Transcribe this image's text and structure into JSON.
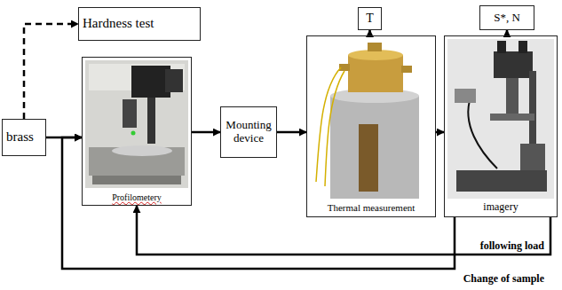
{
  "diagram": {
    "nodes": [
      {
        "text": [
          "Hardness test"
        ]
      },
      {
        "text": [
          "brass"
        ]
      },
      {
        "text": [
          "Profilometery"
        ]
      },
      {
        "text": [
          "Mounting device"
        ]
      },
      {
        "text": [
          "Thermal measurement"
        ]
      },
      {
        "text": [
          "T"
        ]
      },
      {
        "text": [
          "imagery"
        ]
      },
      {
        "text": [
          "S*, N"
        ]
      }
    ],
    "edges": [
      {
        "from": 1,
        "to": 0,
        "arrow": "to"
      },
      {
        "from": 1,
        "to": 2,
        "arrow": "to"
      },
      {
        "from": 2,
        "to": 3,
        "arrow": "to"
      },
      {
        "from": 3,
        "to": 4,
        "arrow": "to"
      },
      {
        "from": 4,
        "to": 5,
        "arrow": "to"
      },
      {
        "from": 4,
        "to": 6,
        "arrow": "to"
      },
      {
        "from": 6,
        "to": 7,
        "arrow": "to"
      },
      {
        "from": 6,
        "to": 2,
        "label": "following load",
        "arrow": "to"
      },
      {
        "from": 6,
        "to": 2,
        "label": "Change of sample",
        "arrow": "to"
      }
    ]
  }
}
